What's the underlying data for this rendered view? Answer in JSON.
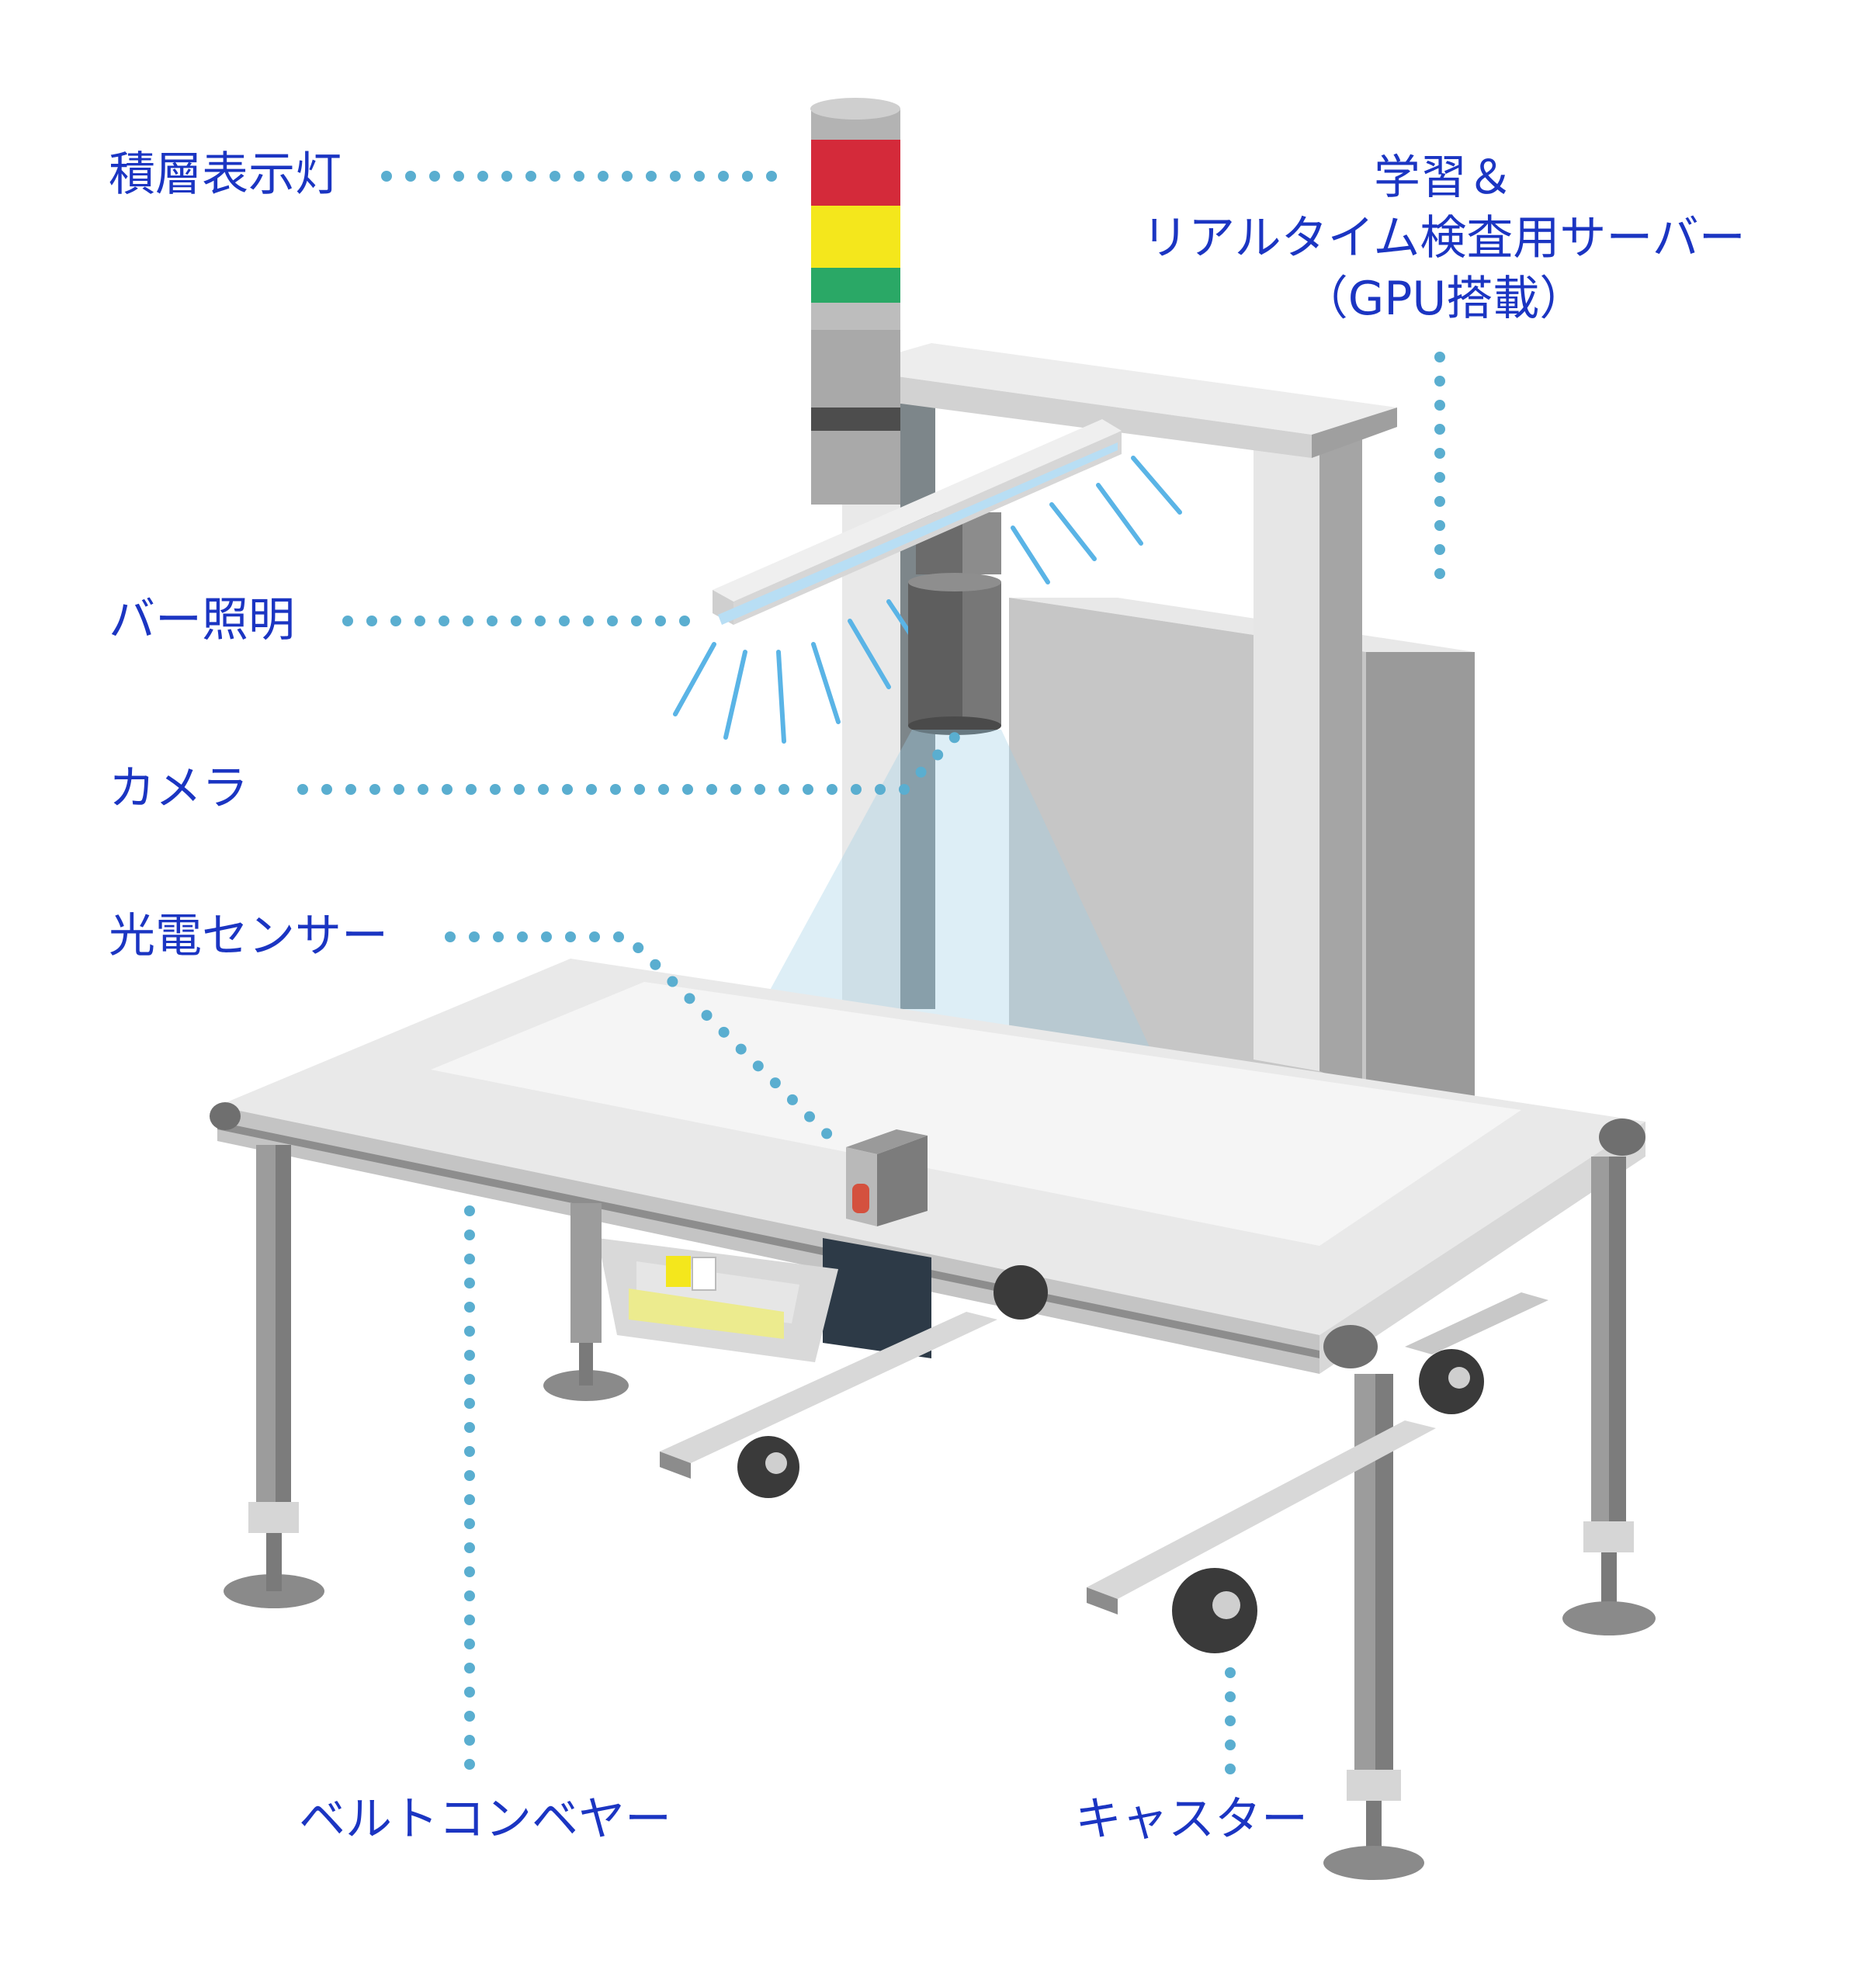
{
  "colors": {
    "label": "#1b35c2",
    "leader": "#5aaed0",
    "light_red": "#d42a3a",
    "light_yellow": "#f4e71c",
    "light_green": "#2aa866",
    "beam": "#5ab4e6",
    "body_light": "#ececec",
    "body_mid": "#a8a8a8",
    "body_dark": "#7a7a7a"
  },
  "labels": {
    "stack_light": "積層表示灯",
    "server_line1": "学習＆",
    "server_line2": "リアルタイム検査用サーバー",
    "server_line3": "（GPU搭載）",
    "bar_light": "バー照明",
    "camera": "カメラ",
    "photo_sensor": "光電センサー",
    "conveyor": "ベルトコンベヤー",
    "caster": "キャスター"
  }
}
